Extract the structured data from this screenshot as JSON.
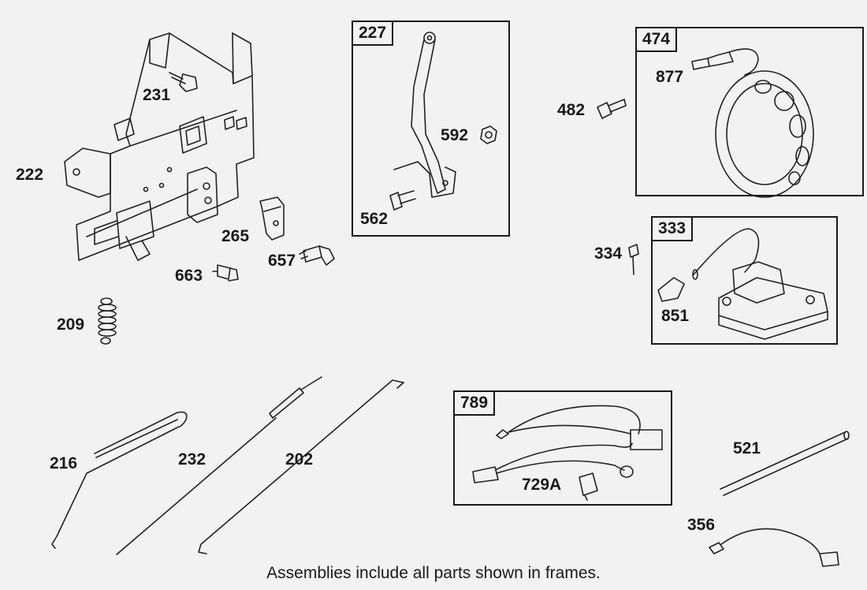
{
  "frames": {
    "f227": "227",
    "f474": "474",
    "f333": "333",
    "f789": "789"
  },
  "labels": {
    "p231": "231",
    "p222": "222",
    "p265": "265",
    "p657": "657",
    "p663": "663",
    "p209": "209",
    "p592": "592",
    "p562": "562",
    "p482": "482",
    "p877": "877",
    "p334": "334",
    "p851": "851",
    "p216": "216",
    "p232": "232",
    "p202": "202",
    "p729A": "729A",
    "p521": "521",
    "p356": "356"
  },
  "caption": "Assemblies include all parts shown in frames."
}
